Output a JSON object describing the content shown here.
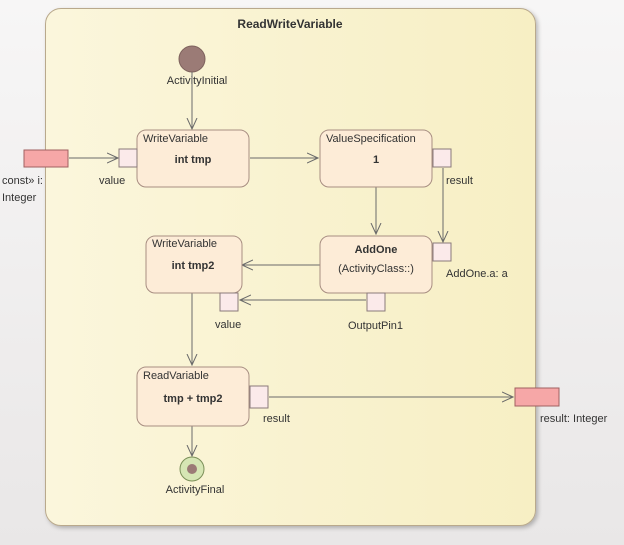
{
  "activity": {
    "title": "ReadWriteVariable"
  },
  "initial": {
    "label": "ActivityInitial"
  },
  "final": {
    "label": "ActivityFinal"
  },
  "params": {
    "input": {
      "line1": "const» i:",
      "line2": "Integer"
    },
    "output": {
      "label": "result: Integer"
    }
  },
  "nodes": {
    "write_tmp": {
      "stereotype": "WriteVariable",
      "name": "int tmp"
    },
    "value_spec": {
      "stereotype": "ValueSpecification",
      "name": "1"
    },
    "add_one": {
      "name": "AddOne",
      "subtitle": "(ActivityClass::)"
    },
    "write_tmp2": {
      "stereotype": "WriteVariable",
      "name": "int tmp2"
    },
    "read_var": {
      "stereotype": "ReadVariable",
      "name": "tmp + tmp2"
    }
  },
  "pins": {
    "write_tmp_value": "value",
    "value_spec_result": "result",
    "add_one_a": "AddOne.a: a",
    "write_tmp2_value": "value",
    "output_pin1": "OutputPin1",
    "read_var_result": "result"
  }
}
